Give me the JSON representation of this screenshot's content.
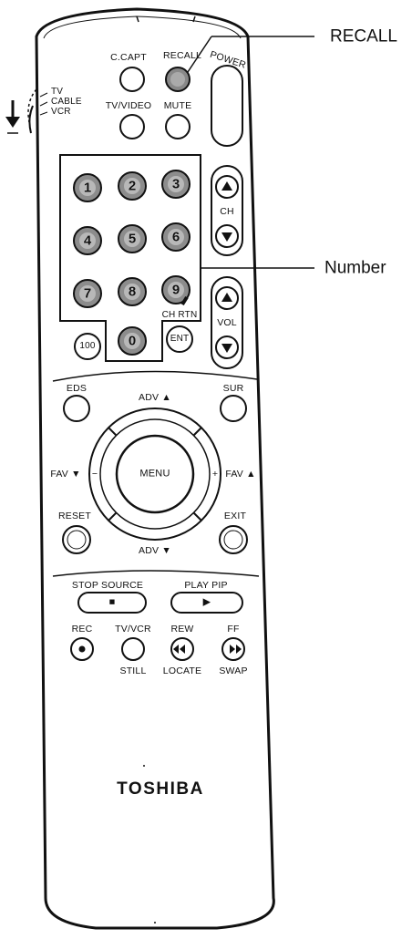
{
  "callouts": {
    "recall": "RECALL",
    "number": "Number"
  },
  "mode_switch": {
    "tv": "TV",
    "cable": "CABLE",
    "vcr": "VCR"
  },
  "top_buttons": {
    "ccapt": "C.CAPT",
    "recall": "RECALL",
    "power": "POWER",
    "tvvideo": "TV/VIDEO",
    "mute": "MUTE"
  },
  "rockers": {
    "ch": "CH",
    "vol": "VOL"
  },
  "numbers": {
    "n1": "1",
    "n2": "2",
    "n3": "3",
    "n4": "4",
    "n5": "5",
    "n6": "6",
    "n7": "7",
    "n8": "8",
    "n9": "9",
    "n0": "0",
    "n100": "100",
    "chrtn": "CH RTN",
    "ent": "ENT"
  },
  "nav": {
    "eds": "EDS",
    "sur": "SUR",
    "adv_up": "ADV ▲",
    "adv_down": "ADV ▼",
    "fav_down": "FAV ▼",
    "fav_up": "FAV ▲",
    "minus": "−",
    "plus": "+",
    "menu": "MENU",
    "reset": "RESET",
    "exit": "EXIT"
  },
  "transport": {
    "stop_source": "STOP SOURCE",
    "play_pip": "PLAY PIP",
    "stop_symbol": "■",
    "play_symbol": "▶",
    "rec": "REC",
    "tvvcr": "TV/VCR",
    "rew": "REW",
    "ff": "FF",
    "still": "STILL",
    "locate": "LOCATE",
    "swap": "SWAP"
  },
  "brand": "TOSHIBA"
}
